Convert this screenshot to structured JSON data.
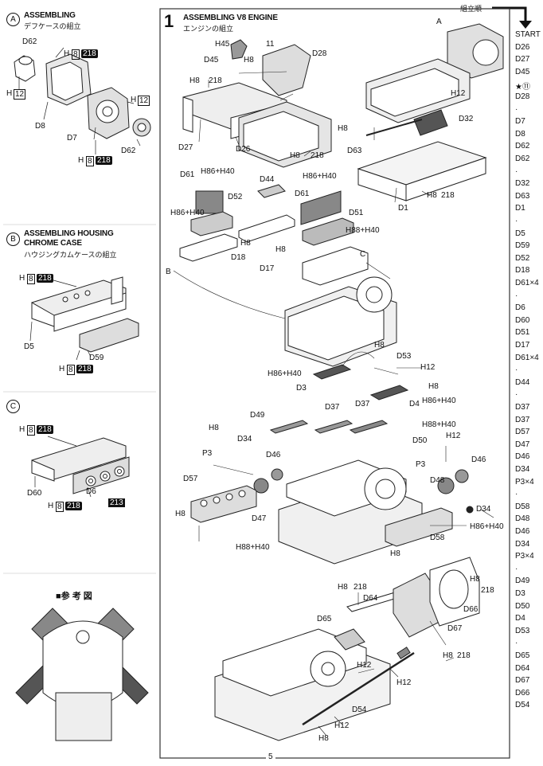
{
  "header": {
    "order_label": "組立順"
  },
  "sections": {
    "A": {
      "mark": "A",
      "title": "ASSEMBLING",
      "subtitle": "デフケースの組立",
      "labels": [
        "D62",
        "H",
        "8",
        "218",
        "H",
        "12",
        "D8",
        "D7",
        "H",
        "12",
        "D62",
        "H",
        "8",
        "218"
      ]
    },
    "B": {
      "mark": "B",
      "title1": "ASSEMBLING HOUSING",
      "title2": "CHROME CASE",
      "subtitle": "ハウジングカムケースの組立",
      "labels": [
        "H",
        "8",
        "218",
        "D5",
        "D59",
        "H",
        "8",
        "218"
      ]
    },
    "C": {
      "mark": "C",
      "labels": [
        "H",
        "8",
        "218",
        "D60",
        "D6",
        "213",
        "H",
        "8",
        "218"
      ]
    }
  },
  "reference": {
    "title": "■参 考 図"
  },
  "main": {
    "step": "1",
    "title": "ASSEMBLING V8 ENGINE",
    "subtitle": "エンジンの組立",
    "callouts": [
      "H45",
      "11",
      "D45",
      "H8",
      "D28",
      "H8",
      "218",
      "D27",
      "D26",
      "H8",
      "218",
      "D61",
      "H86+H40",
      "H86+H40",
      "D52",
      "D44",
      "H86+H40",
      "D61",
      "D51",
      "H88+H40",
      "H8",
      "D18",
      "H8",
      "D17",
      "B",
      "C",
      "A",
      "H12",
      "D32",
      "H8",
      "D63",
      "D1",
      "H8",
      "218",
      "H8",
      "D53",
      "H86+H40",
      "H12",
      "D3",
      "H8",
      "H86+H40",
      "D4",
      "D49",
      "D37",
      "D37",
      "H88+H40",
      "D50",
      "H8",
      "H12",
      "D34",
      "P3",
      "D46",
      "D57",
      "D47",
      "H8",
      "H88+H40",
      "P3",
      "D46",
      "D48",
      "D34",
      "H86+H40",
      "D58",
      "H8",
      "H8",
      "218",
      "D64",
      "H8",
      "218",
      "D65",
      "D66",
      "D67",
      "H8",
      "218",
      "H12",
      "H12",
      "D54",
      "H12",
      "H8"
    ],
    "page_number": "5"
  },
  "order_column": [
    "START",
    "D26",
    "D27",
    "D45",
    "★⑪",
    "D28",
    "·",
    "D7",
    "D8",
    "D62",
    "D62",
    "·",
    "D32",
    "D63",
    "D1",
    "·",
    "D5",
    "D59",
    "D52",
    "D18",
    "D61×4",
    "·",
    "D6",
    "D60",
    "D51",
    "D17",
    "D61×4",
    "·",
    "D44",
    "·",
    "D37",
    "D37",
    "D57",
    "D47",
    "D46",
    "D34",
    "P3×4",
    "·",
    "D58",
    "D48",
    "D46",
    "D34",
    "P3×4",
    "·",
    "D49",
    "D3",
    "D50",
    "D4",
    "D53",
    "·",
    "D65",
    "D64",
    "D67",
    "D66",
    "D54"
  ]
}
